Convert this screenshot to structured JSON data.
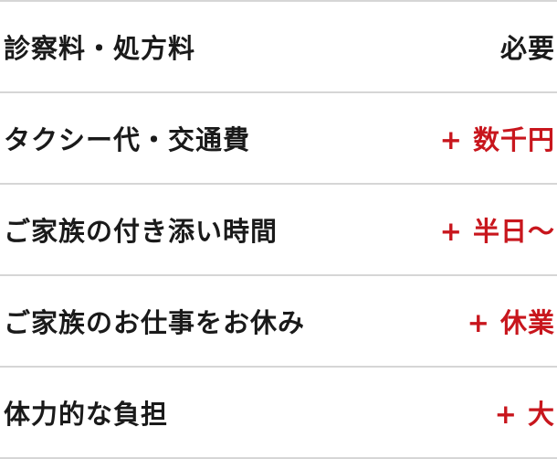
{
  "colors": {
    "text": "#1a1a1a",
    "accent": "#c8161d",
    "divider": "#d6d6d6"
  },
  "rows": [
    {
      "label": "診察料・処方料",
      "value": "必要",
      "tone": "neutral"
    },
    {
      "label": "タクシー代・交通費",
      "value": "+ 数千円",
      "tone": "extra"
    },
    {
      "label": "ご家族の付き添い時間",
      "value": "+ 半日〜",
      "tone": "extra"
    },
    {
      "label": "ご家族のお仕事をお休み",
      "value": "+ 休業",
      "tone": "extra"
    },
    {
      "label": "体力的な負担",
      "value": "+ 大",
      "tone": "extra"
    }
  ]
}
